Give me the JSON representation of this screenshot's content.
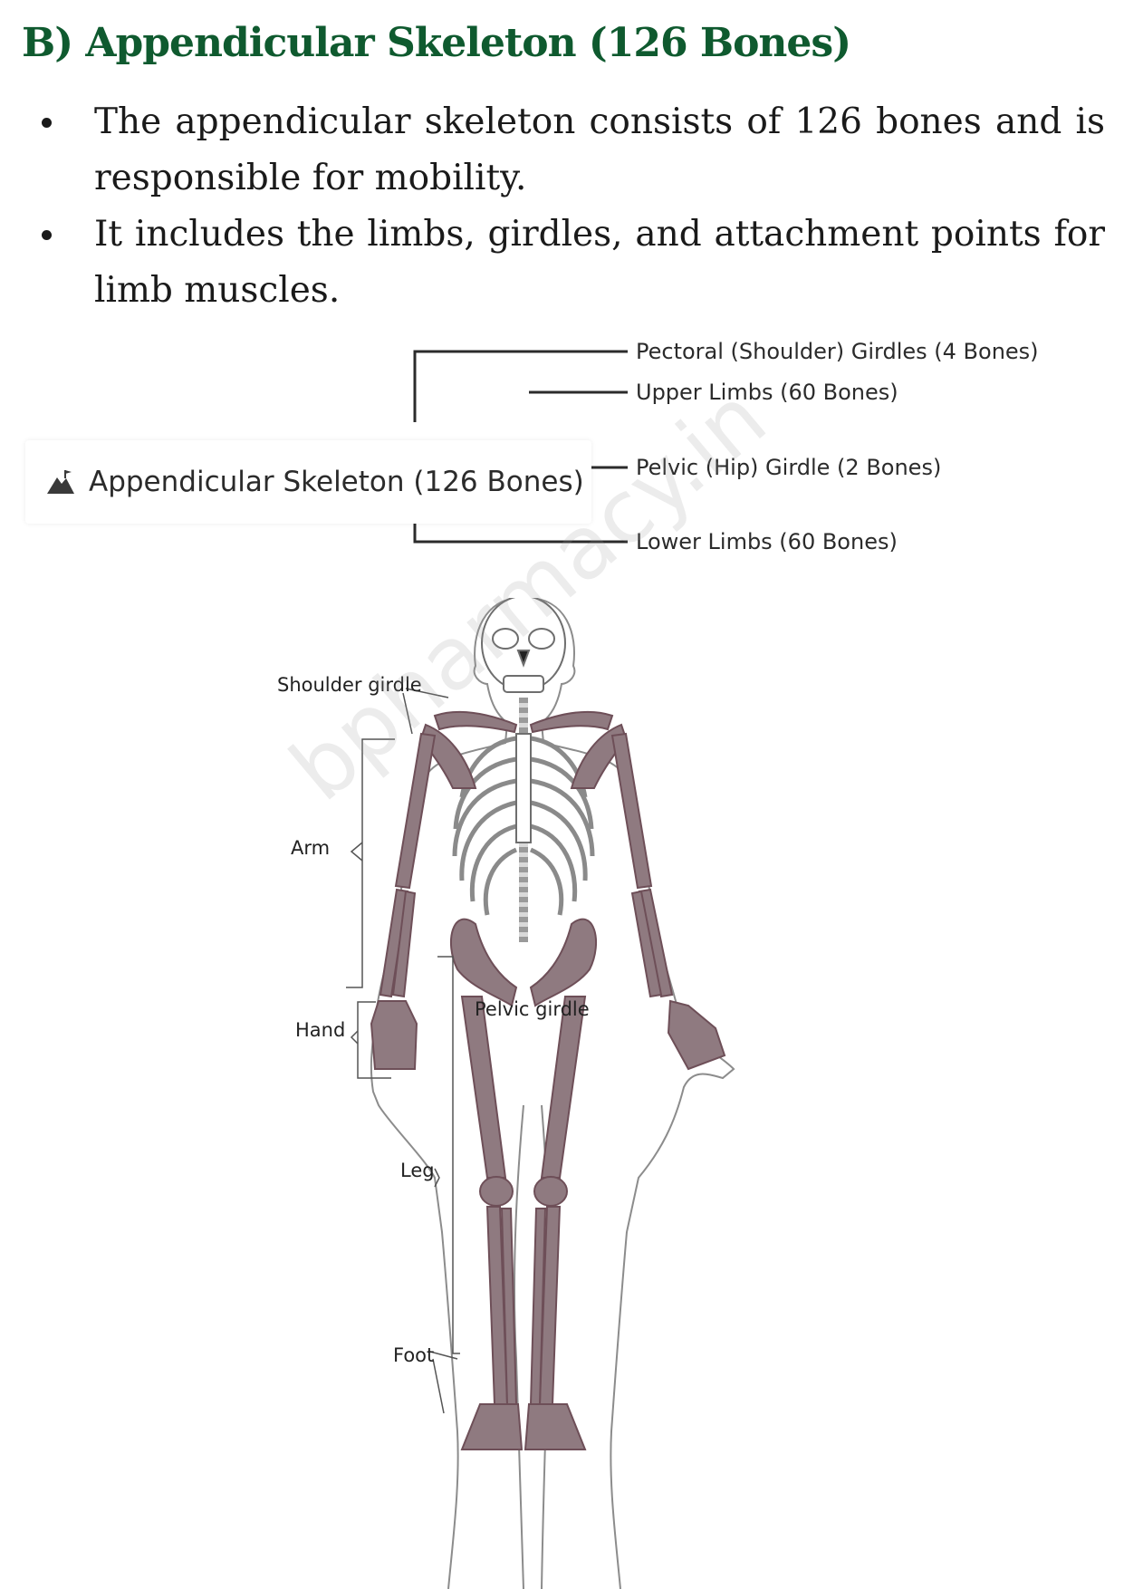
{
  "heading": "B) Appendicular Skeleton (126 Bones)",
  "bullets": [
    "The appendicular skeleton consists of 126 bones and is responsible for mobility.",
    "It includes the limbs, girdles, and attachment points for limb muscles."
  ],
  "tree": {
    "root_icon": "mountain-icon",
    "root_label": "Appendicular Skeleton (126 Bones)",
    "branches": [
      "Pectoral (Shoulder) Girdles (4 Bones)",
      "Upper Limbs (60 Bones)",
      "Pelvic (Hip) Girdle (2 Bones)",
      "Lower Limbs (60 Bones)"
    ]
  },
  "figure": {
    "labels": {
      "shoulder_girdle": "Shoulder girdle",
      "arm": "Arm",
      "hand": "Hand",
      "pelvic_girdle": "Pelvic girdle",
      "leg": "Leg",
      "foot": "Foot"
    },
    "colors": {
      "bone_highlight": "#8f7a80",
      "bone_outline": "#6e6e6e",
      "body_outline": "#8c8c8c"
    }
  },
  "watermark": "bpharmacy.in"
}
